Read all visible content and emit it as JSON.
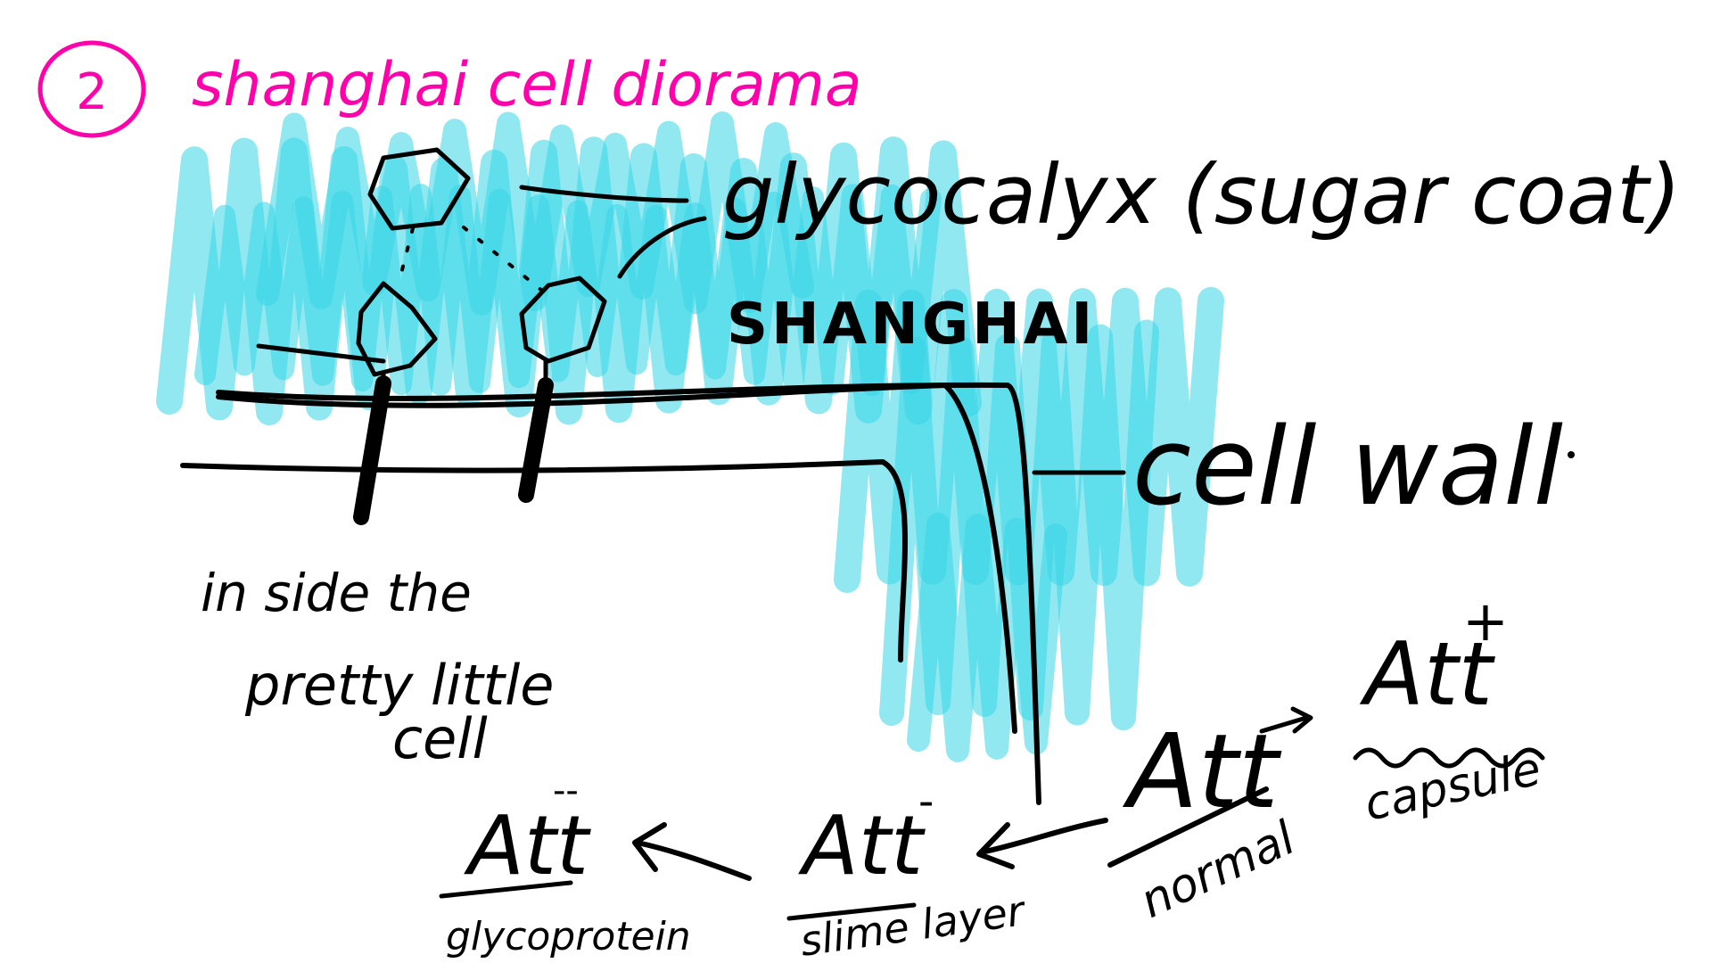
{
  "title": {
    "number": "2",
    "text": "shanghai cell diorama",
    "color": "#ff00aa"
  },
  "labels": {
    "glycocalyx": "glycocalyx (sugar coat)",
    "shanghai": "SHANGHAI",
    "cell_wall": "cell wall",
    "inside": [
      "in side the",
      "pretty little",
      "cell"
    ]
  },
  "att_scale": [
    {
      "key": "att-minus-minus",
      "symbol": "Att",
      "superscript": "--",
      "label": "glycoprotein"
    },
    {
      "key": "att-minus",
      "symbol": "Att",
      "superscript": "-",
      "label": "slime layer"
    },
    {
      "key": "att-normal",
      "symbol": "Att",
      "superscript": "",
      "label": "normal"
    },
    {
      "key": "att-plus",
      "symbol": "Att",
      "superscript": "+",
      "label": "capsule"
    }
  ],
  "colors": {
    "scribble": "#36d6e6",
    "ink": "#000000",
    "title": "#ff00aa"
  },
  "icons": {
    "sugar": "hexagon-sugar-icon",
    "arrow": "arrow-icon"
  }
}
